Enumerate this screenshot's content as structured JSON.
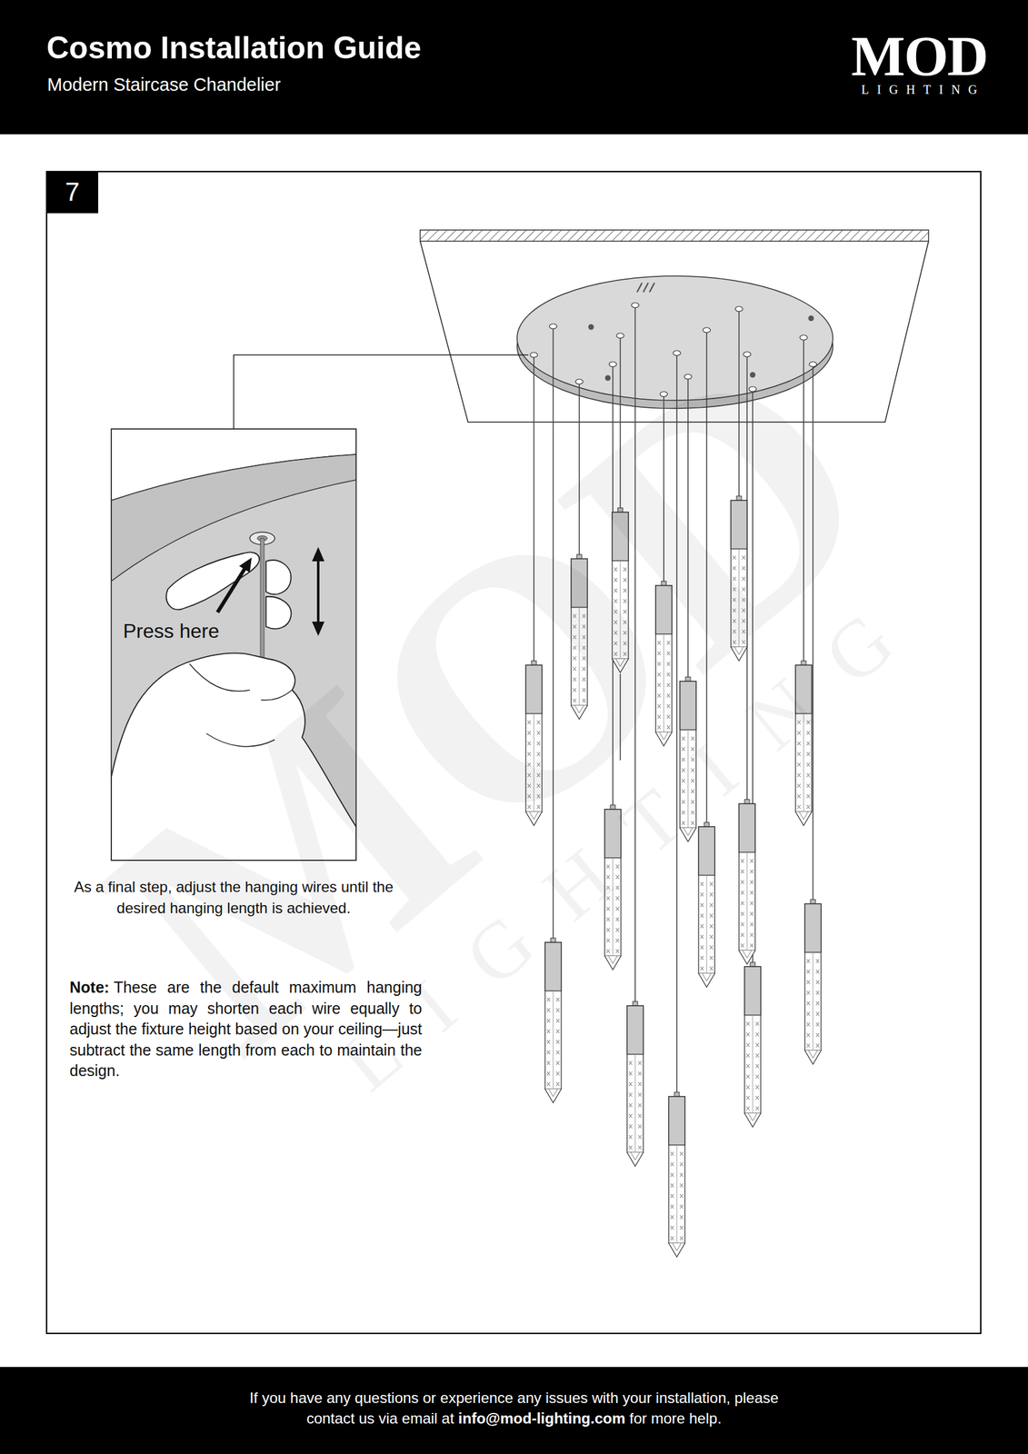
{
  "diagram": {
    "title": "Cosmo Installation Guide",
    "nodes": [
      {
        "text": [
          "7"
        ]
      }
    ],
    "labels": [
      "Modern Staircase Chandelier",
      "MOD",
      "LIGHTING",
      "Press here",
      "As a final step, adjust the hanging wires until the desired hanging length is achieved.",
      "Note:",
      "These are the default maximum hanging lengths; you may shorten each wire equally to adjust the fixture height based on your ceiling—just subtract the same length from each to maintain the design.",
      "If you have any questions or experience any issues with your installation, please contact us via email at",
      "info@mod-lighting.com",
      "for more help.",
      "MOD",
      "LIGHTING"
    ]
  }
}
